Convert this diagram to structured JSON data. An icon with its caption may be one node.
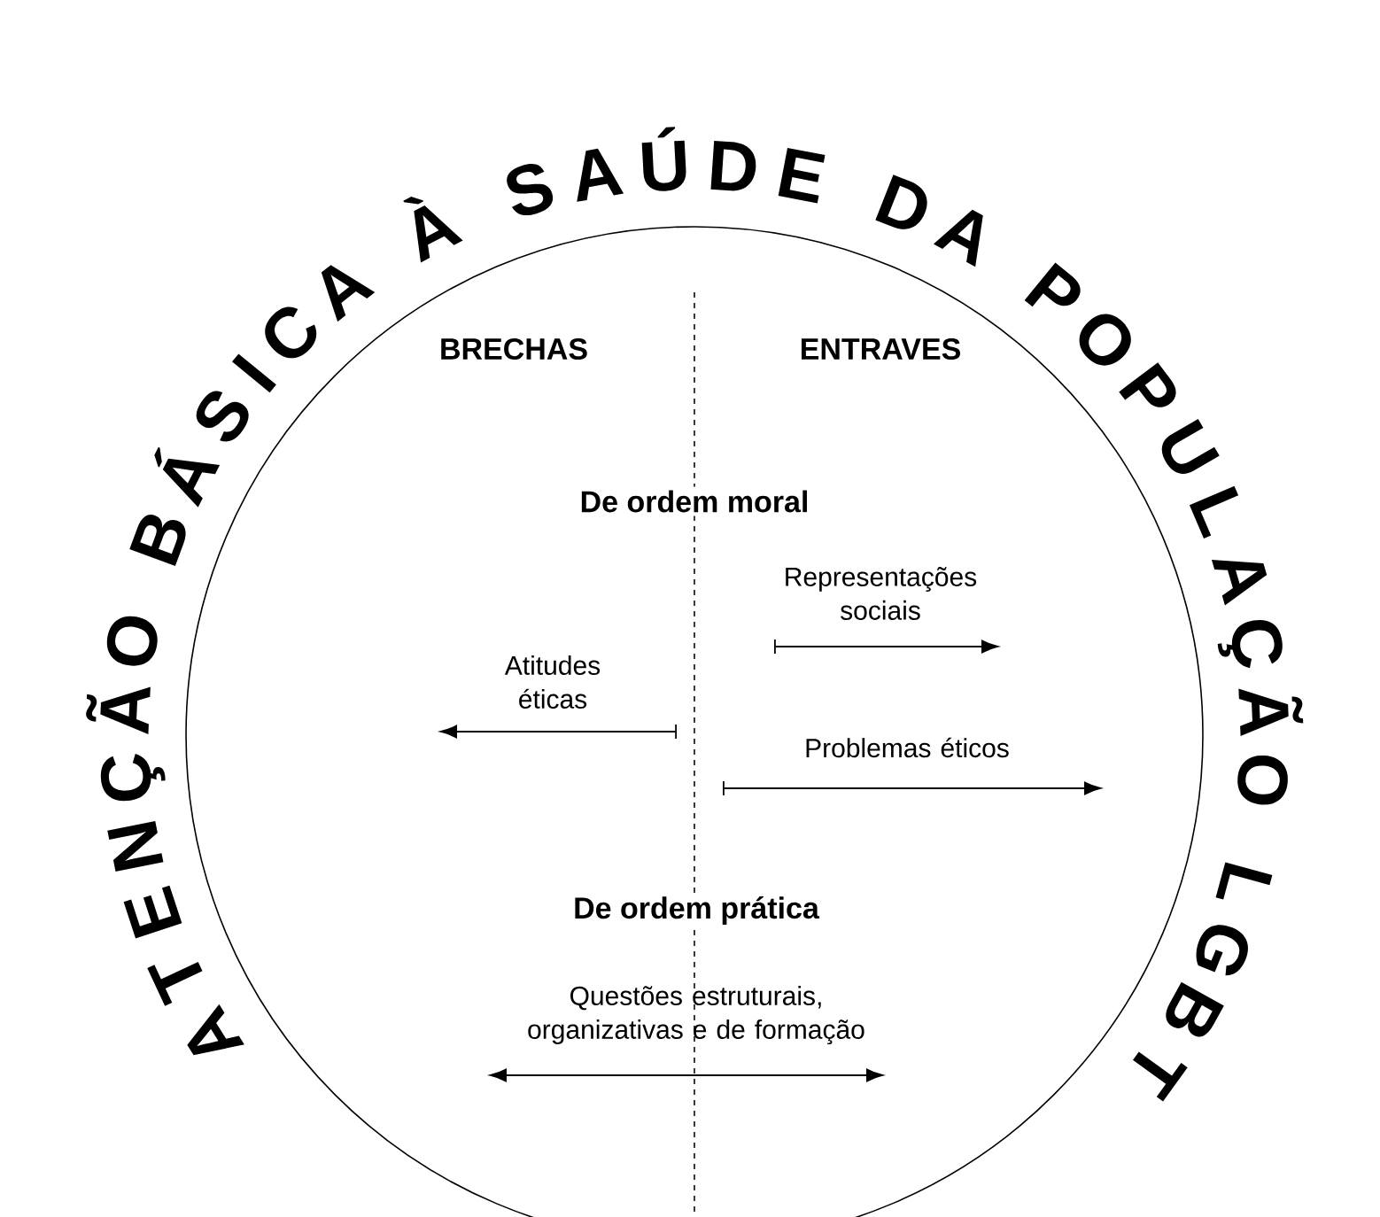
{
  "diagram": {
    "title": "ATENÇÃO BÁSICA À SAÚDE DA POPULAÇÃO LGBT",
    "nodes": [
      {
        "text": [
          "BRECHAS",
          "ENTRAVES",
          "De ordem moral",
          "De ordem prática"
        ]
      }
    ],
    "labels": [
      "Representações sociais",
      "Atitudes éticas",
      "Problemas éticos",
      "Questões estruturais, organizativas e de formação"
    ]
  }
}
